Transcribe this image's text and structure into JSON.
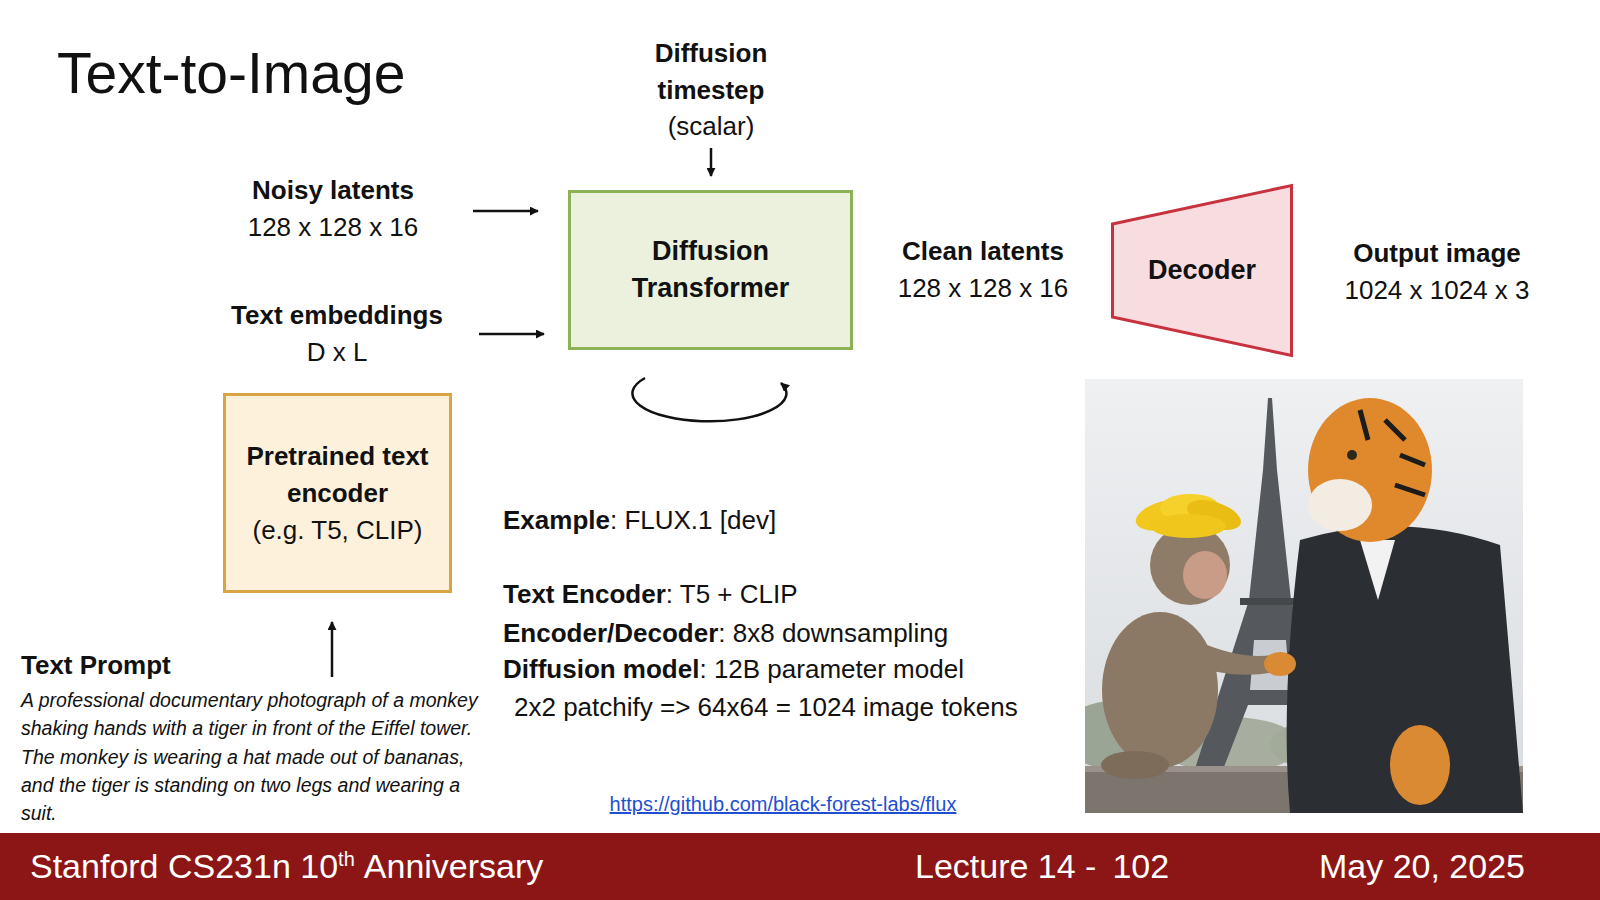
{
  "diagram": {
    "title": "Text-to-Image",
    "nodes": [
      {
        "text": [
          "Diffusion Transformer"
        ]
      },
      {
        "text": [
          "Decoder"
        ]
      },
      {
        "text": [
          "Pretrained text encoder",
          "(e.g. T5, CLIP)"
        ]
      }
    ],
    "labels": [
      "Diffusion timestep",
      "(scalar)",
      "Noisy latents",
      "128 x 128 x 16",
      "Text embeddings",
      "D x L",
      "Clean latents",
      "128 x 128 x 16",
      "Output image",
      "1024 x 1024 x 3",
      "Text Prompt",
      "A professional documentary photograph of a monkey shaking hands with a tiger in front of the Eiffel tower. The monkey is wearing a hat made out of bananas, and the tiger is standing on two legs and wearing a suit.",
      "Example",
      ": FLUX.1 [dev]",
      "Text Encoder",
      ": T5 + CLIP",
      "Encoder/Decoder",
      ": 8x8 downsampling",
      "Diffusion model",
      ": 12B parameter model",
      "2x2 patchify => 64x64 = 1024 image tokens",
      "https://github.com/black-forest-labs/flux",
      "Stanford CS231n 10",
      "th",
      "Anniversary",
      "Lecture 14 -",
      "102",
      "May 20, 2025"
    ]
  }
}
